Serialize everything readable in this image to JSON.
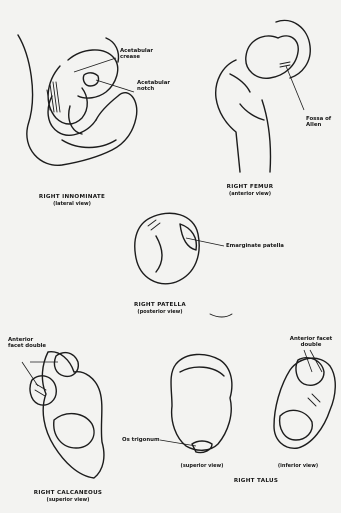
{
  "figures": {
    "innominate": {
      "caption": "RIGHT INNOMINATE",
      "view": "(lateral view)",
      "label_crease": "Acetabular crease",
      "label_notch": "Acetabular notch"
    },
    "femur": {
      "caption": "RIGHT FEMUR",
      "view": "(anterior view)",
      "label_fossa": "Fossa of Allen"
    },
    "patella": {
      "caption": "RIGHT PATELLA",
      "view": "(posterior view)",
      "label_emarginate": "Emarginate patella"
    },
    "calcaneous": {
      "caption": "RIGHT CALCANEOUS",
      "view": "(superior view)",
      "label_facet": "Anterior facet double"
    },
    "talus": {
      "caption": "RIGHT TALUS",
      "view_superior": "(superior view)",
      "view_inferior": "(inferior view)",
      "label_trigonum": "Os trigonum",
      "label_facet": "Anterior facet double"
    }
  }
}
